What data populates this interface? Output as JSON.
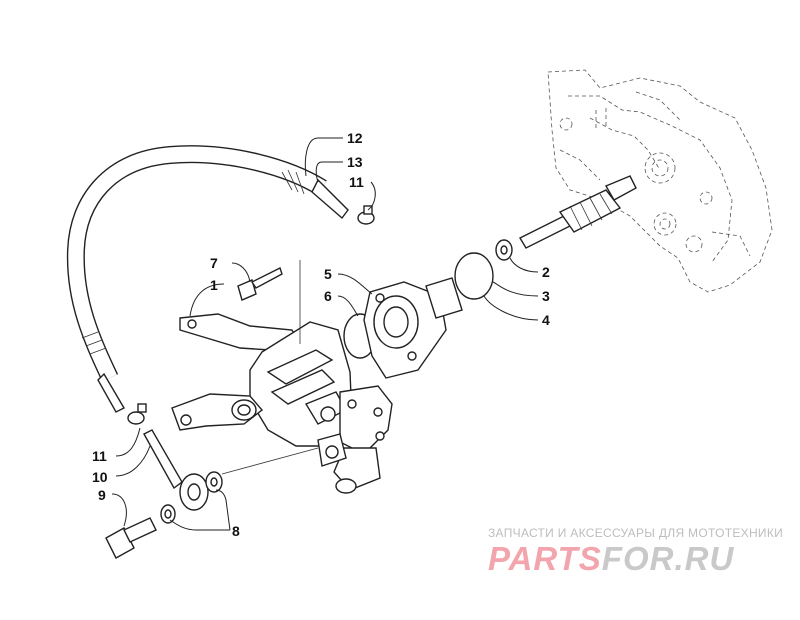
{
  "callouts": {
    "c1": "1",
    "c2": "2",
    "c3": "3",
    "c4": "4",
    "c5": "5",
    "c6": "6",
    "c7": "7",
    "c8": "8",
    "c9": "9",
    "c10": "10",
    "c11a": "11",
    "c11b": "11",
    "c12": "12",
    "c13": "13"
  },
  "watermark": {
    "tagline": "ЗАПЧАСТИ И АКСЕССУАРЫ ДЛЯ МОТОТЕХНИКИ",
    "brand_part1": "PARTS",
    "brand_part2": "FOR.RU",
    "colors": {
      "brand_part1": "#f3a5ad",
      "brand_part2": "#c9c9c9",
      "tagline": "#bdbdbd"
    }
  }
}
